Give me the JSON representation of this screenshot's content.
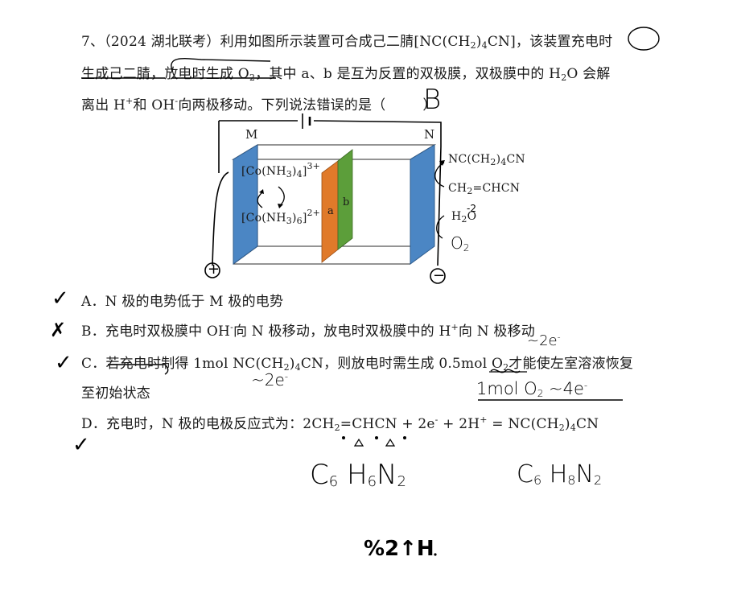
{
  "question": {
    "line1_prefix": "7、（2024 湖北联考）利用如图所示装置可合成己二腈[NC(CH",
    "line1_mid": ")",
    "line1_suffix": "CN]，该装置充电时",
    "line2_prefix": "生成己二腈，放电时生成 O",
    "line2_mid": "，其中 a、b 是互为反置的双极膜，双极膜中的 H",
    "line2_suffix": "O 会解",
    "line3_a": "离出 H",
    "line3_b": "和 OH",
    "line3_c": "向两极移动。下列说法错误的是（",
    "line3_close": "）"
  },
  "diagram": {
    "label_M": "M",
    "label_N": "N",
    "label_a": "a",
    "label_b": "b",
    "left_species_top": "[Co(NH",
    "left_species_top_tail": ")",
    "left_species_top_charge": "3+",
    "left_species_bottom": "[Co(NH",
    "left_species_bottom_tail": ")",
    "left_species_bottom_charge": "2+",
    "right_species_1a": "NC(CH",
    "right_species_1b": ")",
    "right_species_1c": "CN",
    "right_species_2a": "CH",
    "right_species_2b": "=CHCN",
    "right_species_3a": "H",
    "right_species_3b": "O",
    "colors": {
      "electrode": "#4b86c4",
      "membrane_a": "#e07a2a",
      "membrane_b": "#5c9e3a"
    }
  },
  "options": {
    "A": "A．N 极的电势低于 M 极的电势",
    "B_prefix": "B．充电时双极膜中 OH",
    "B_suffix": "向 N 极移动，放电时双极膜中的 H",
    "B_end": "向 N 极移动",
    "C_prefix": "C．若充电时制得 1mol NC(CH",
    "C_mid": ")",
    "C_mid2": "CN，则放电时需生成 0.5mol O",
    "C_suffix": "才能使左室溶液恢复",
    "C_line2": "至初始状态",
    "D_prefix": "D．充电时，N 极的电极反应式为：2CH",
    "D_mid": "=CHCN + 2e",
    "D_mid2": " + 2H",
    "D_mid3": " = NC(CH",
    "D_end": ")",
    "D_end2": "CN"
  },
  "handwriting": {
    "answer": "B",
    "plus": "+",
    "minus": "−",
    "mark_A": "✓",
    "mark_B": "✗",
    "mark_C": "✓",
    "mark_D": "✓",
    "h2o_note": "-2",
    "o2_label": "O",
    "o2_sub": "2",
    "c_note": "~2e",
    "c_note_sup": "-",
    "o2_note": "~2e",
    "o2_note_sup": "-",
    "mol_note": "1mol O",
    "mol_note_sub": "2",
    "mol_note_tail": " ~4e",
    "mol_note_sup": "-",
    "formula_left": "C",
    "formula_left_6": "6",
    "formula_left_H": "H",
    "formula_left_H6": "6",
    "formula_left_N": "N",
    "formula_left_N2": "2",
    "formula_right": "C",
    "formula_right_6": "6",
    "formula_right_H": "H",
    "formula_right_H8": "8",
    "formula_right_N": "N",
    "formula_right_N2": "2",
    "bottom_scribble": "%2↑H"
  },
  "sub_digits": {
    "two": "2",
    "four": "4",
    "three": "3",
    "six": "6"
  },
  "charges": {
    "plus": "+",
    "minus": "-"
  }
}
